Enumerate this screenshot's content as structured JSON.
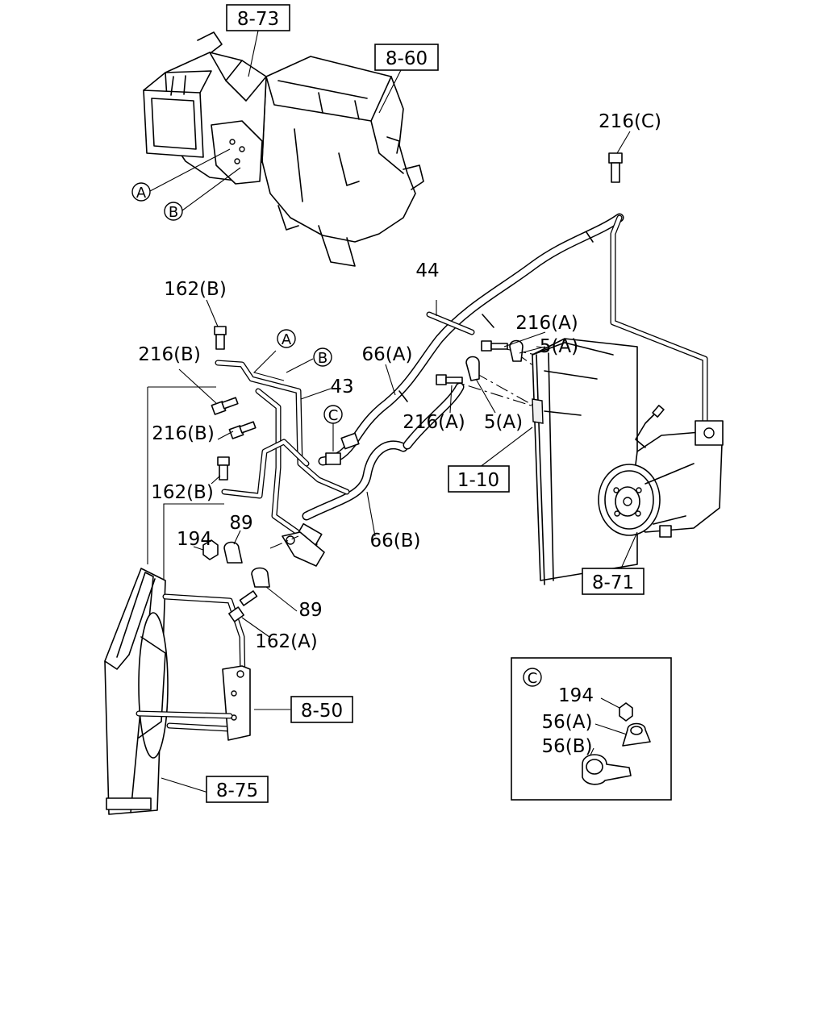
{
  "diagram": {
    "refs": {
      "heater_unit": "8-73",
      "evaporator_unit": "8-60",
      "compressor": "8-71",
      "radiator": "1-10",
      "condenser_bracket": "8-50",
      "condenser": "8-75"
    },
    "callouts": {
      "bolt_216c": "216(C)",
      "bolt_162b_top": "162(B)",
      "bolt_216b_1": "216(B)",
      "bolt_216b_2": "216(B)",
      "bolt_162b_mid": "162(B)",
      "pipe_43": "43",
      "cable_44": "44",
      "hose_66a": "66(A)",
      "hose_66b": "66(B)",
      "bolt_216a_1": "216(A)",
      "clip_5a_1": "5(A)",
      "bolt_216a_2": "216(A)",
      "clip_5a_2": "5(A)",
      "nut_194": "194",
      "clip_89_1": "89",
      "clip_89_2": "89",
      "bolt_162a": "162(A)"
    },
    "markers": {
      "a": "A",
      "b": "B",
      "c": "C"
    },
    "detail_c": {
      "marker": "C",
      "nut": "194",
      "clamp_a": "56(A)",
      "clamp_b": "56(B)"
    }
  }
}
